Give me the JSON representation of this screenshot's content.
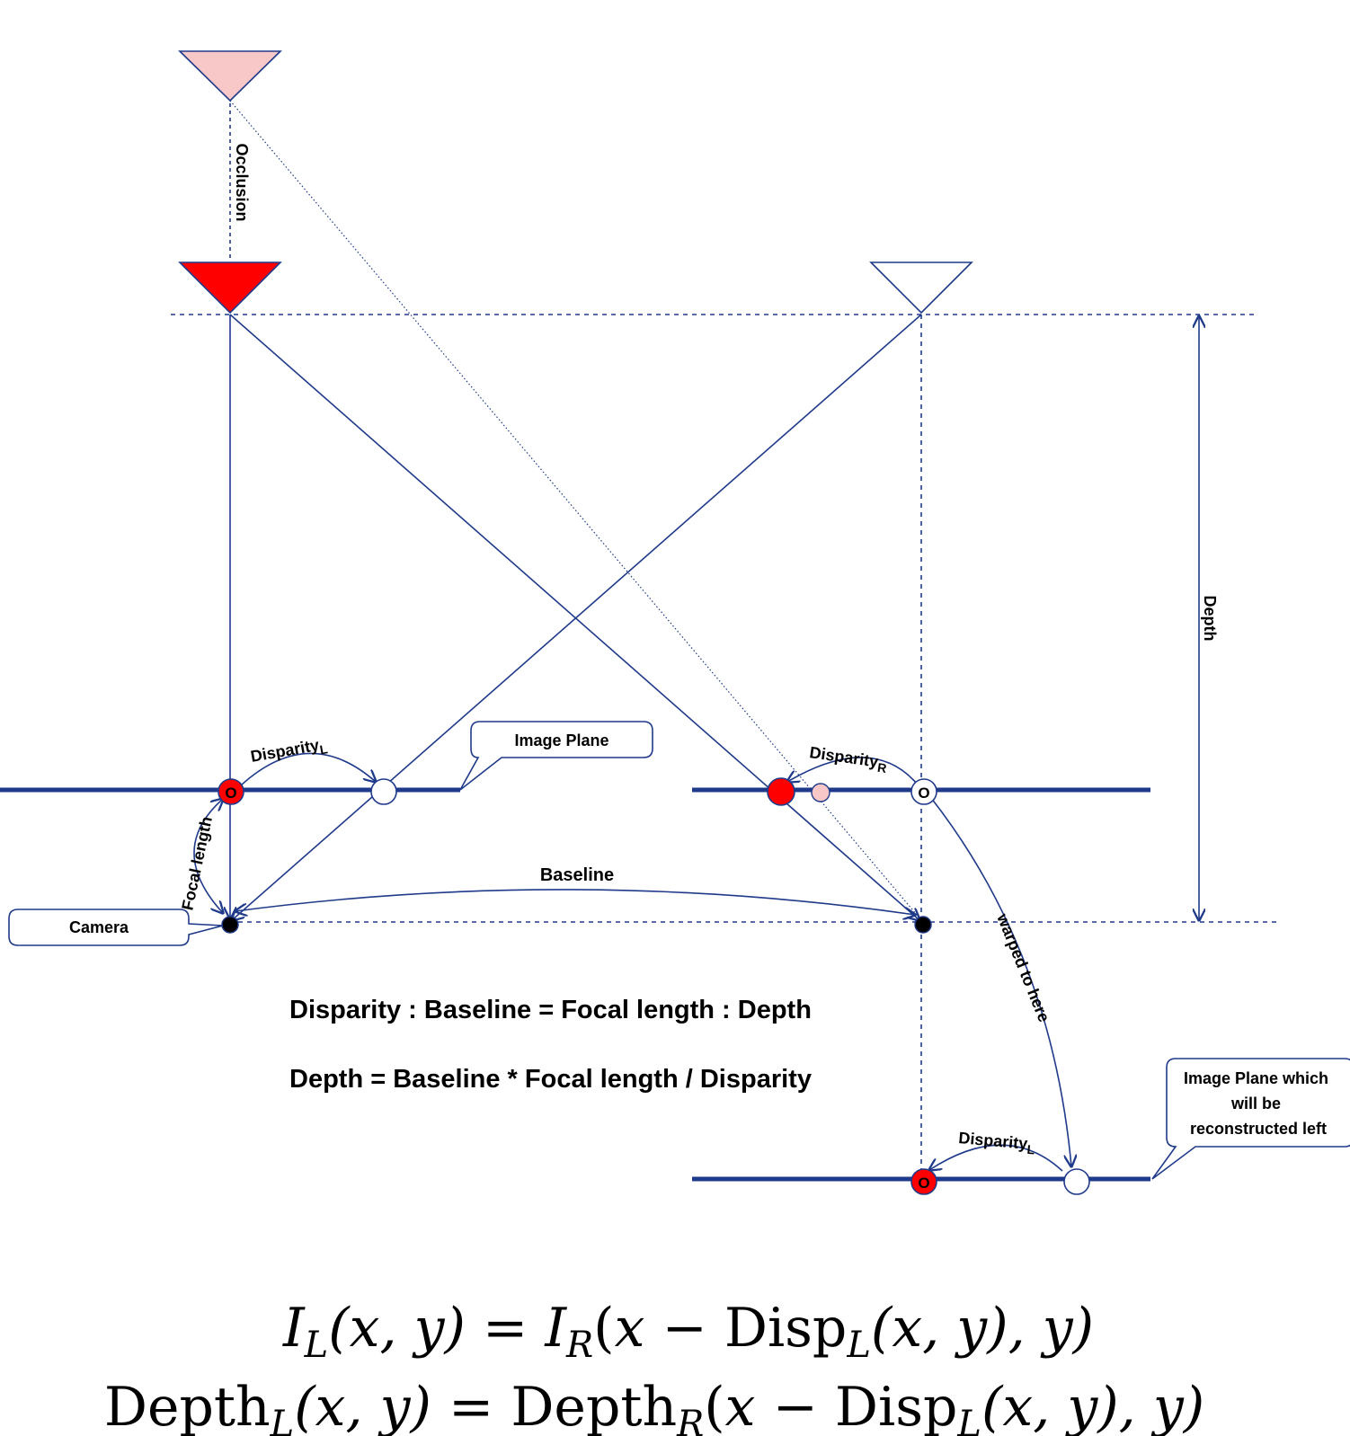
{
  "labels": {
    "occlusion": "Occlusion",
    "depth": "Depth",
    "disparity_l_top": "Disparity",
    "disparity_l_top_sub": "L",
    "disparity_r": "Disparity",
    "disparity_r_sub": "R",
    "disparity_l_bottom": "Disparity",
    "disparity_l_bottom_sub": "L",
    "focal_length": "Focal length",
    "baseline": "Baseline",
    "warped": "warped to here",
    "point_marker": "O"
  },
  "callouts": {
    "image_plane": "Image Plane",
    "camera": "Camera",
    "reconstructed_line1": "Image Plane which",
    "reconstructed_line2": "will be",
    "reconstructed_line3": "reconstructed left"
  },
  "equations": {
    "ratio": "Disparity : Baseline = Focal length : Depth",
    "depth": "Depth = Baseline * Focal length / Disparity"
  },
  "formulas": {
    "f1": {
      "I": "I",
      "L": "L",
      "args1": "(x, y)",
      "eq": " = ",
      "I2": "I",
      "R": "R",
      "open": "(",
      "x": "x",
      "minus": " − ",
      "disp": "Disp",
      "L2": "L",
      "args2": "(x, y), y)"
    },
    "f2": {
      "depth": "Depth",
      "L": "L",
      "args1": "(x, y)",
      "eq": " = ",
      "depth2": "Depth",
      "R": "R",
      "open": "(",
      "x": "x",
      "minus": " − ",
      "disp": "Disp",
      "L2": "L",
      "args2": "(x, y), y)"
    }
  },
  "colors": {
    "line": "#1f3a8a",
    "object_red": "#ff0000",
    "object_pink": "#f8c8c8",
    "camera": "#000000"
  }
}
